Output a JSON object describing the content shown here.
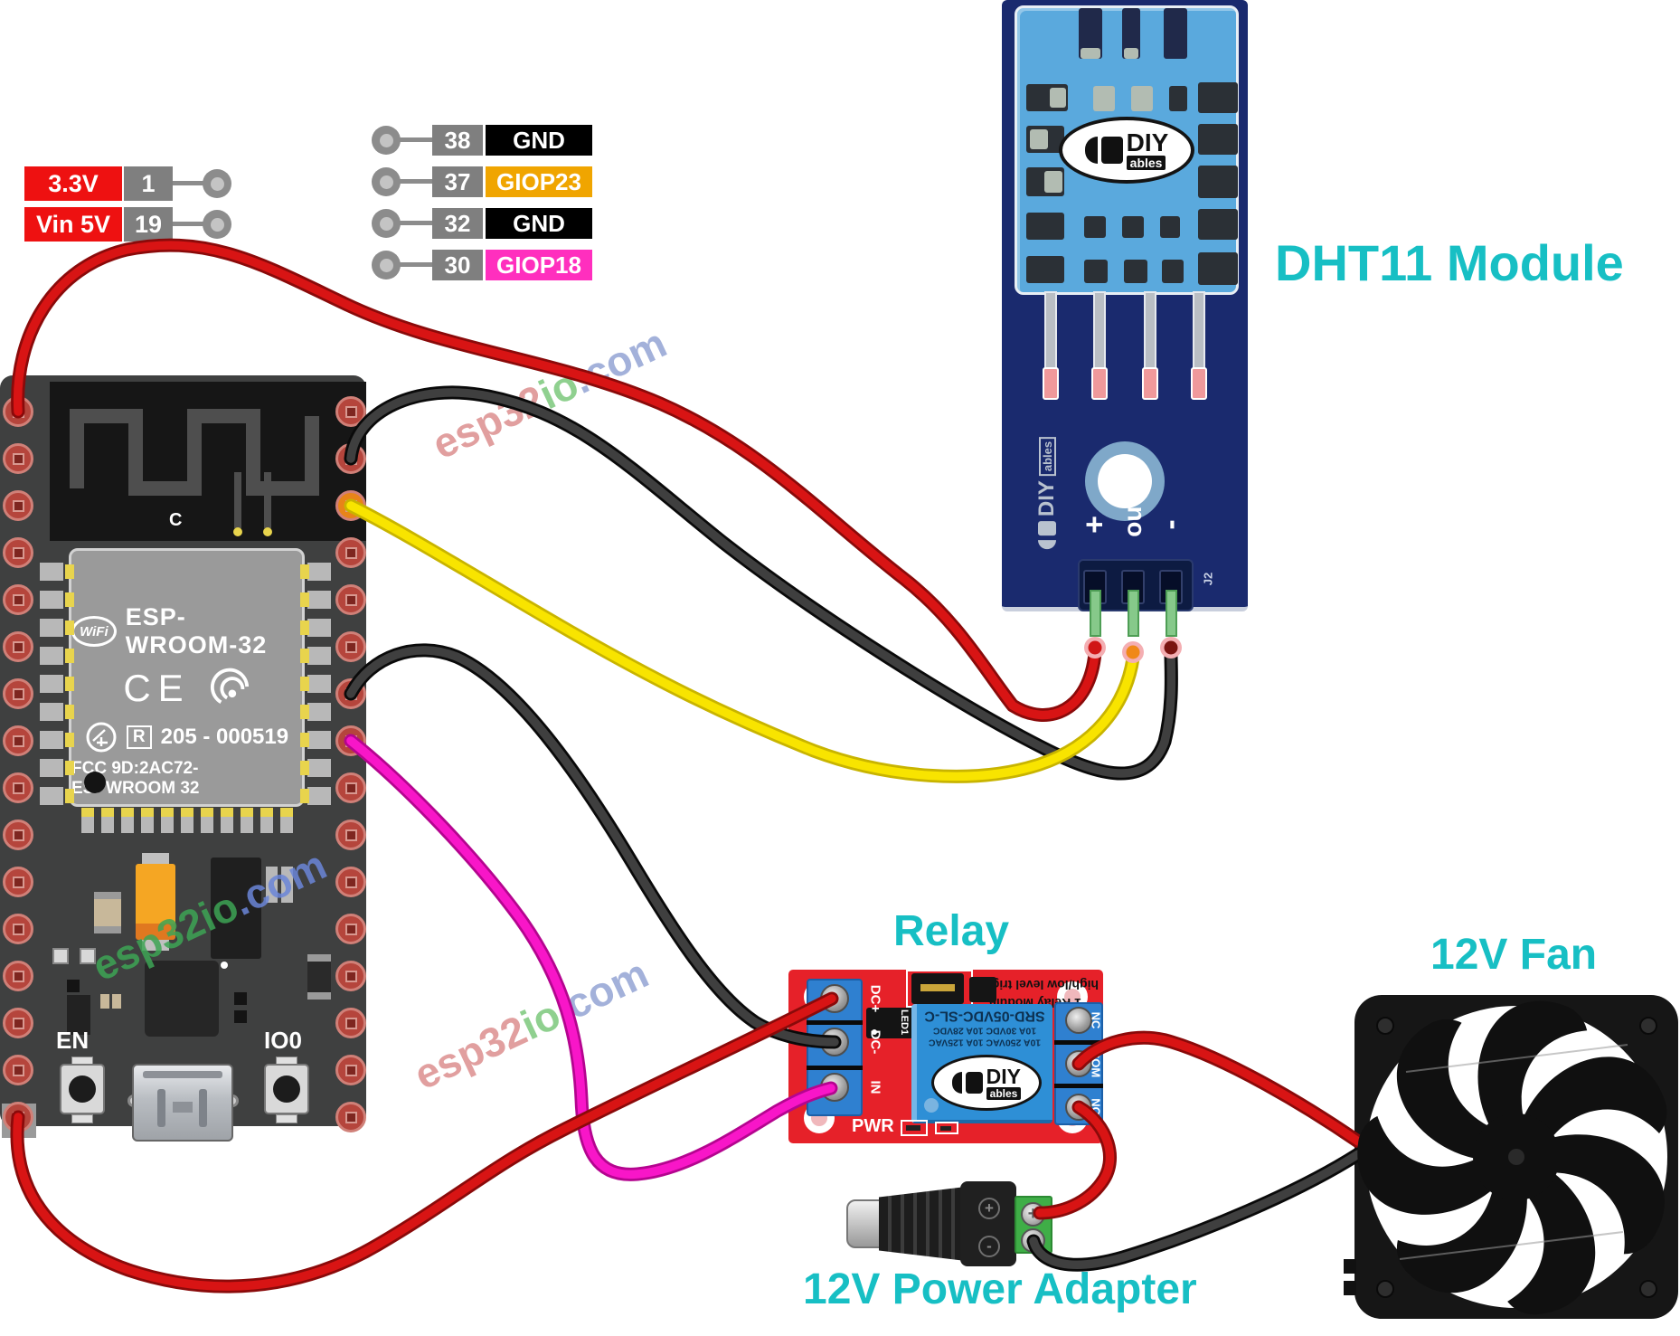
{
  "titles": {
    "dht11": "DHT11 Module",
    "relay": "Relay",
    "fan": "12V Fan",
    "adapter": "12V Power Adapter",
    "accent_color": "#17bfc4"
  },
  "callouts": {
    "left": [
      {
        "label": "3.3V",
        "pin": "1",
        "label_bg": "#ee1111",
        "pin_bg": "#7f7f7f"
      },
      {
        "label": "Vin 5V",
        "pin": "19",
        "label_bg": "#ee1111",
        "pin_bg": "#7f7f7f"
      }
    ],
    "right": [
      {
        "pin": "38",
        "label": "GND",
        "label_bg": "#000000",
        "pin_bg": "#7f7f7f"
      },
      {
        "pin": "37",
        "label": "GIOP23",
        "label_bg": "#f0a500",
        "pin_bg": "#7f7f7f"
      },
      {
        "pin": "32",
        "label": "GND",
        "label_bg": "#000000",
        "pin_bg": "#7f7f7f"
      },
      {
        "pin": "30",
        "label": "GIOP18",
        "label_bg": "#ff2fbe",
        "pin_bg": "#7f7f7f"
      }
    ]
  },
  "esp32": {
    "antenna_label": "C",
    "wifi_logo": "WiFi",
    "module_name": "ESP- WROOM-32",
    "ce": "CE",
    "reg_mark": "R",
    "cert_number": "205 - 000519",
    "fcc_line": "FCC 9D:2AC72-ESPWROOM 32",
    "button_en": "EN",
    "button_io0": "IO0"
  },
  "dht11": {
    "logo": "DIY",
    "logo_sub": "ables",
    "pin_plus": "+",
    "pin_out": "out",
    "pin_minus": "-",
    "side_label": "J2"
  },
  "relay": {
    "header_line1": "1 Relay Module",
    "header_line2": "high/low level trigger",
    "model": "SRD-05VDC-SL-C",
    "spec_line1": "10A 30VDC 10A 28VDC",
    "spec_line2": "10A 250VAC 10A 125VAC",
    "logo": "DIY",
    "logo_sub": "ables",
    "term_dc_plus": "DC+",
    "term_dc_minus": "DC-",
    "term_in": "IN",
    "term_nc": "NC",
    "term_com": "COM",
    "term_no": "NO",
    "pwr_label": "PWR",
    "led_label": "LED1"
  },
  "adapter": {
    "plus": "+",
    "minus": "-"
  },
  "watermarks": [
    {
      "seg1": "esp32",
      "seg2": "io",
      "seg3": ".com",
      "c1": "#dc8f8f",
      "c2": "#7cc87c",
      "c3": "#93a4d4"
    },
    {
      "seg1": "esp32",
      "seg2": "io",
      "seg3": ".com",
      "c1": "#3da455",
      "c2": "#3da455",
      "c3": "#6b86d8"
    },
    {
      "seg1": "esp32",
      "seg2": "io",
      "seg3": ".com",
      "c1": "#dc8f8f",
      "c2": "#7cc87c",
      "c3": "#93a4d4"
    }
  ],
  "wires": {
    "power_red_main": "#d81414",
    "power_red_dark": "#8a0a0a",
    "ground_main": "#3f3f3f",
    "ground_dark": "#0a0a0a",
    "signal_yellow_main": "#f8e400",
    "signal_yellow_dark": "#c8b400",
    "signal_magenta_main": "#f816c8",
    "signal_magenta_dark": "#b4058f",
    "tip_red": "#d01616",
    "tip_orange": "#f08818",
    "tip_maroon": "#7a1410",
    "tip_halo": "#f4aeb2"
  }
}
